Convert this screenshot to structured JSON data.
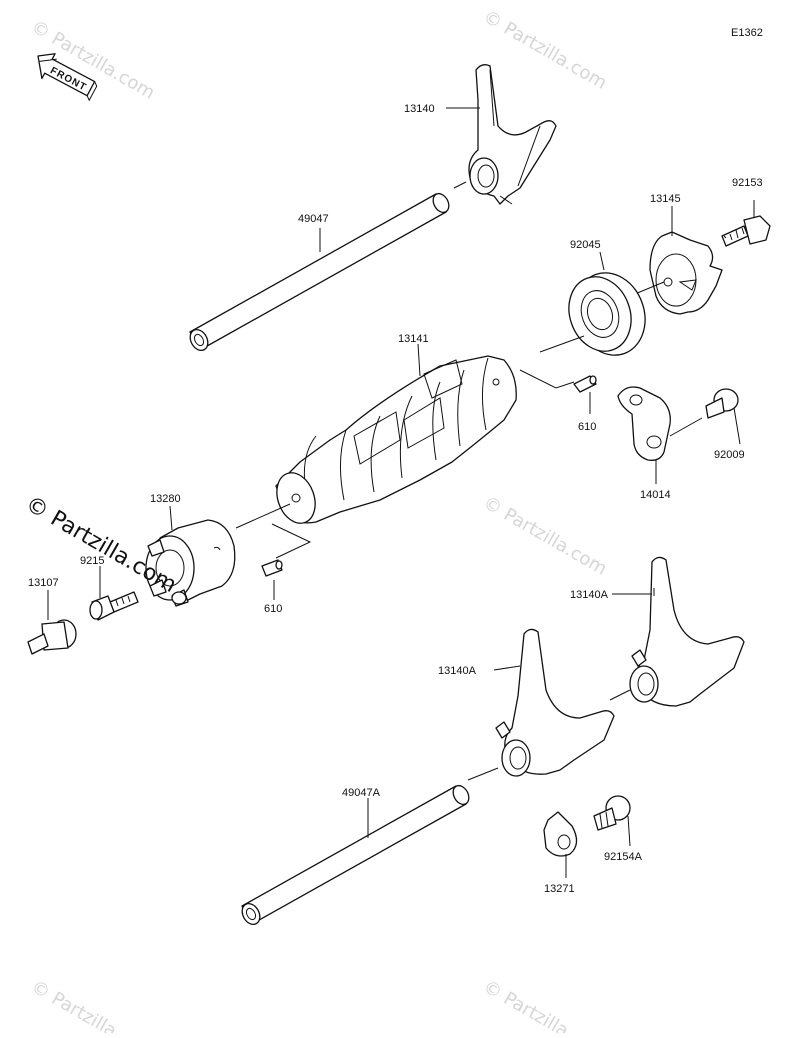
{
  "diagram_code": "E1362",
  "front_label": "FRONT",
  "watermarks": {
    "text": "© Partzilla.com",
    "overlay_text": "© Partzilla.com"
  },
  "labels": [
    {
      "id": "13140",
      "text": "13140"
    },
    {
      "id": "49047",
      "text": "49047"
    },
    {
      "id": "13145",
      "text": "13145"
    },
    {
      "id": "92153",
      "text": "92153"
    },
    {
      "id": "92045",
      "text": "92045"
    },
    {
      "id": "13141",
      "text": "13141"
    },
    {
      "id": "610-a",
      "text": "610"
    },
    {
      "id": "92009",
      "text": "92009"
    },
    {
      "id": "14014",
      "text": "14014"
    },
    {
      "id": "13280",
      "text": "13280"
    },
    {
      "id": "9215x",
      "text": "9215"
    },
    {
      "id": "13107",
      "text": "13107"
    },
    {
      "id": "610-b",
      "text": "610"
    },
    {
      "id": "13140A-a",
      "text": "13140A"
    },
    {
      "id": "13140A-b",
      "text": "13140A"
    },
    {
      "id": "49047A",
      "text": "49047A"
    },
    {
      "id": "92154A",
      "text": "92154A"
    },
    {
      "id": "13271",
      "text": "13271"
    }
  ],
  "colors": {
    "line": "#111111",
    "watermark": "#d6d6d6",
    "background": "#ffffff"
  }
}
